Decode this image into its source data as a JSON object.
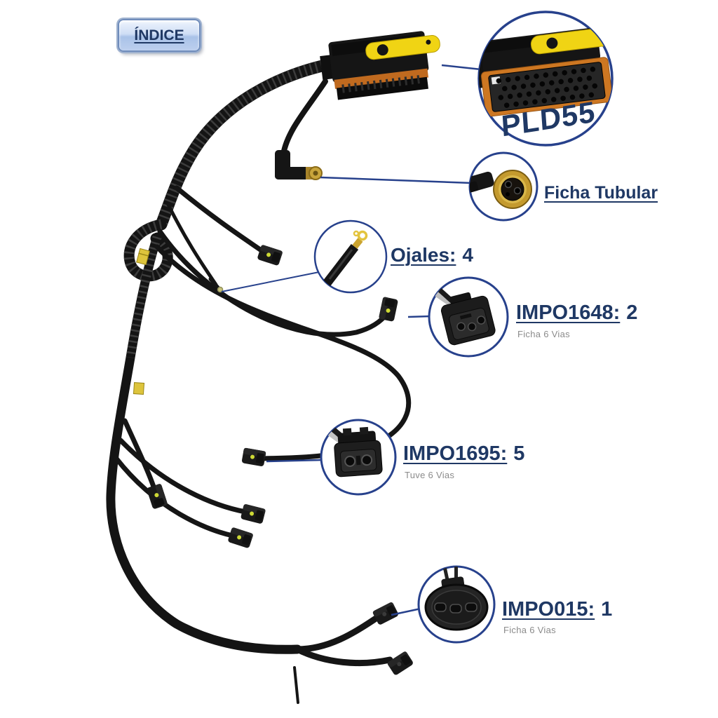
{
  "index_button": {
    "label": "ÍNDICE"
  },
  "callouts": {
    "pld55": {
      "label": "PLD55"
    },
    "ficha_tubular": {
      "label": "Ficha Tubular"
    },
    "ojales": {
      "label": "Ojales:",
      "count": "4"
    },
    "impo1648": {
      "label": "IMPO1648:",
      "count": "2",
      "sub": "Ficha 6 Vias"
    },
    "impo1695": {
      "label": "IMPO1695:",
      "count": "5",
      "sub": "Tuve 6 Vias"
    },
    "impo015": {
      "label": "IMPO015:",
      "count": "1",
      "sub": "Ficha 6 Vias"
    }
  },
  "colors": {
    "label_navy": "#1f3864",
    "callout_blue": "#27418c",
    "subtext_gray": "#8b8b8b",
    "button_face_light": "#eef4fd",
    "button_face_dark": "#a9c2e8",
    "lever_yellow": "#f0d414",
    "seal_orange": "#cd7722",
    "brass_gold": "#c49a2e",
    "harness_black": "#161616",
    "connector_dot_yellow": "#cdd935"
  }
}
